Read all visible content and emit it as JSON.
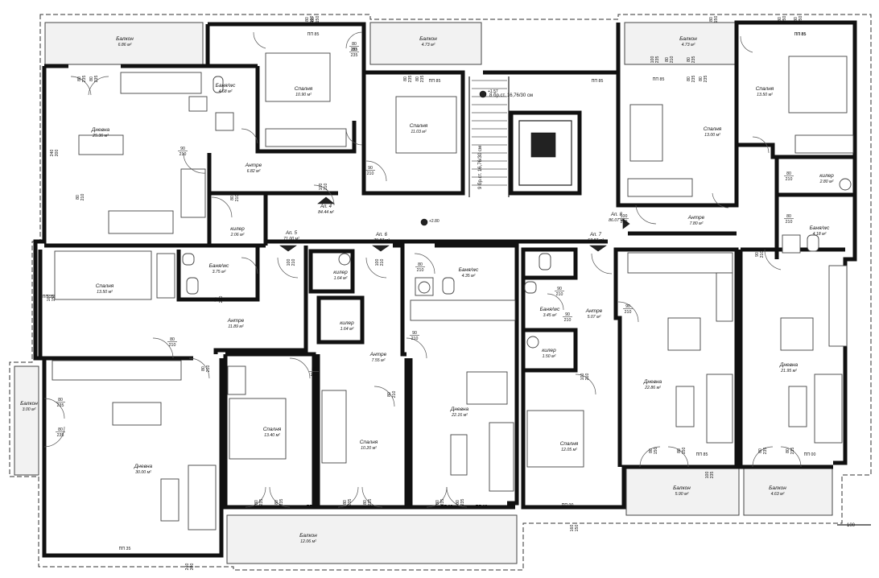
{
  "title": "",
  "scale_note": "100",
  "stair_note": "8 бр.ст. 16,76/30 см",
  "stair_note2": "9 бр.ст. 16,76/30 см",
  "levels": {
    "top": "+1.57",
    "mid": "+2.80"
  },
  "window_marks": [
    "ПП 85",
    "ПП 85",
    "ПП 85",
    "ПП 85",
    "ПП 85",
    "ПП 85",
    "ПП 85",
    "ПП 00",
    "ПП 85",
    "ПП 00",
    "ПП 85",
    "ПП 85",
    "ПП 35",
    "ПП 35"
  ],
  "rooms": [
    {
      "name": "Балкон",
      "area": "6.86 м²"
    },
    {
      "name": "Балкон",
      "area": "4.73 м²"
    },
    {
      "name": "Балкон",
      "area": "4.73 м²"
    },
    {
      "name": "Баня/wc",
      "area": "4.68 м²"
    },
    {
      "name": "Спалня",
      "area": "10.90 м²"
    },
    {
      "name": "Спалня",
      "area": "11.03 м²"
    },
    {
      "name": "Спалня",
      "area": "13.50 м²"
    },
    {
      "name": "Дневна",
      "area": "25.36 м²"
    },
    {
      "name": "Антре",
      "area": "6.82 м²"
    },
    {
      "name": "Спалня",
      "area": "13.00 м²"
    },
    {
      "name": "килер",
      "area": "2.80 м²"
    },
    {
      "name": "килер",
      "area": "2.06 м²"
    },
    {
      "name": "Антре",
      "area": "7.80 м²"
    },
    {
      "name": "Баня/wc",
      "area": "4.18 м²"
    },
    {
      "name": "Спалня",
      "area": "13.50 м²"
    },
    {
      "name": "Баня/wc",
      "area": "3.75 м²"
    },
    {
      "name": "килер",
      "area": "1.64 м²"
    },
    {
      "name": "Баня/wc",
      "area": "4.35 м²"
    },
    {
      "name": "Антре",
      "area": "11.89 м²"
    },
    {
      "name": "килер",
      "area": "1.64 м²"
    },
    {
      "name": "Баня/wc",
      "area": "3.45 м²"
    },
    {
      "name": "Антре",
      "area": "5.07 м²"
    },
    {
      "name": "Антре",
      "area": "7.55 м²"
    },
    {
      "name": "килер",
      "area": "1.50 м²"
    },
    {
      "name": "Балкон",
      "area": "3.00 м²"
    },
    {
      "name": "Спалня",
      "area": "13.40 м²"
    },
    {
      "name": "Спалня",
      "area": "10.20 м²"
    },
    {
      "name": "Дневна",
      "area": "22.16 м²"
    },
    {
      "name": "Спалня",
      "area": "12.05 м²"
    },
    {
      "name": "Дневна",
      "area": "22.86 м²"
    },
    {
      "name": "Дневна",
      "area": "21.95 м²"
    },
    {
      "name": "Дневна",
      "area": "30.00 м²"
    },
    {
      "name": "Балкон",
      "area": "5.90 м²"
    },
    {
      "name": "Балкон",
      "area": "4.63 м²"
    },
    {
      "name": "Балкон",
      "area": "12.06 м²"
    }
  ],
  "apartments": [
    {
      "name": "Ап. 4",
      "area": "84.44 м²"
    },
    {
      "name": "Ап. 5",
      "area": "71.00 м²"
    },
    {
      "name": "Ап. 6",
      "area": "79.87 м²"
    },
    {
      "name": "Ап. 7",
      "area": "57.87 м²"
    },
    {
      "name": "Ап. 8",
      "area": "86.07 м²"
    }
  ],
  "doors": [
    {
      "w": "80",
      "h": "235"
    },
    {
      "w": "80",
      "h": "235"
    },
    {
      "w": "80",
      "h": "235"
    },
    {
      "w": "80",
      "h": "235"
    },
    {
      "w": "80",
      "h": "235"
    },
    {
      "w": "80",
      "h": "235"
    },
    {
      "w": "80",
      "h": "235"
    },
    {
      "w": "80",
      "h": "235"
    },
    {
      "w": "90",
      "h": "210"
    },
    {
      "w": "80",
      "h": "210"
    },
    {
      "w": "100",
      "h": "210"
    },
    {
      "w": "90",
      "h": "210"
    },
    {
      "w": "80",
      "h": "210"
    },
    {
      "w": "100",
      "h": "210"
    },
    {
      "w": "100",
      "h": "210"
    },
    {
      "w": "100",
      "h": "210"
    },
    {
      "w": "90",
      "h": "210"
    },
    {
      "w": "90",
      "h": "210"
    },
    {
      "w": "90",
      "h": "210"
    },
    {
      "w": "80",
      "h": "210"
    },
    {
      "w": "80",
      "h": "210"
    },
    {
      "w": "80",
      "h": "210"
    },
    {
      "w": "80",
      "h": "210"
    },
    {
      "w": "90",
      "h": "210"
    },
    {
      "w": "80",
      "h": "210"
    },
    {
      "w": "80",
      "h": "235"
    },
    {
      "w": "80",
      "h": "235"
    },
    {
      "w": "80",
      "h": "235"
    },
    {
      "w": "80",
      "h": "235"
    },
    {
      "w": "80",
      "h": "235"
    },
    {
      "w": "80",
      "h": "235"
    },
    {
      "w": "80",
      "h": "235"
    },
    {
      "w": "80",
      "h": "235"
    },
    {
      "w": "80",
      "h": "150"
    },
    {
      "w": "80",
      "h": "150"
    },
    {
      "w": "100",
      "h": "235"
    },
    {
      "w": "160",
      "h": "150"
    },
    {
      "w": "240",
      "h": "200"
    },
    {
      "w": "160",
      "h": "150"
    },
    {
      "w": "240",
      "h": "200"
    },
    {
      "w": "80",
      "h": "210"
    },
    {
      "w": "90",
      "h": "210"
    },
    {
      "w": "80",
      "h": "210"
    },
    {
      "w": "100",
      "h": "210"
    },
    {
      "w": "100",
      "h": "235"
    },
    {
      "w": "80",
      "h": "235"
    },
    {
      "w": "80",
      "h": "150"
    },
    {
      "w": "80",
      "h": "150"
    },
    {
      "w": "80",
      "h": "150"
    },
    {
      "w": "80",
      "h": "235"
    },
    {
      "w": "80",
      "h": "235"
    },
    {
      "w": "80",
      "h": "150"
    },
    {
      "w": "80",
      "h": "150"
    },
    {
      "w": "90",
      "h": "210"
    },
    {
      "w": "80",
      "h": "210"
    }
  ]
}
